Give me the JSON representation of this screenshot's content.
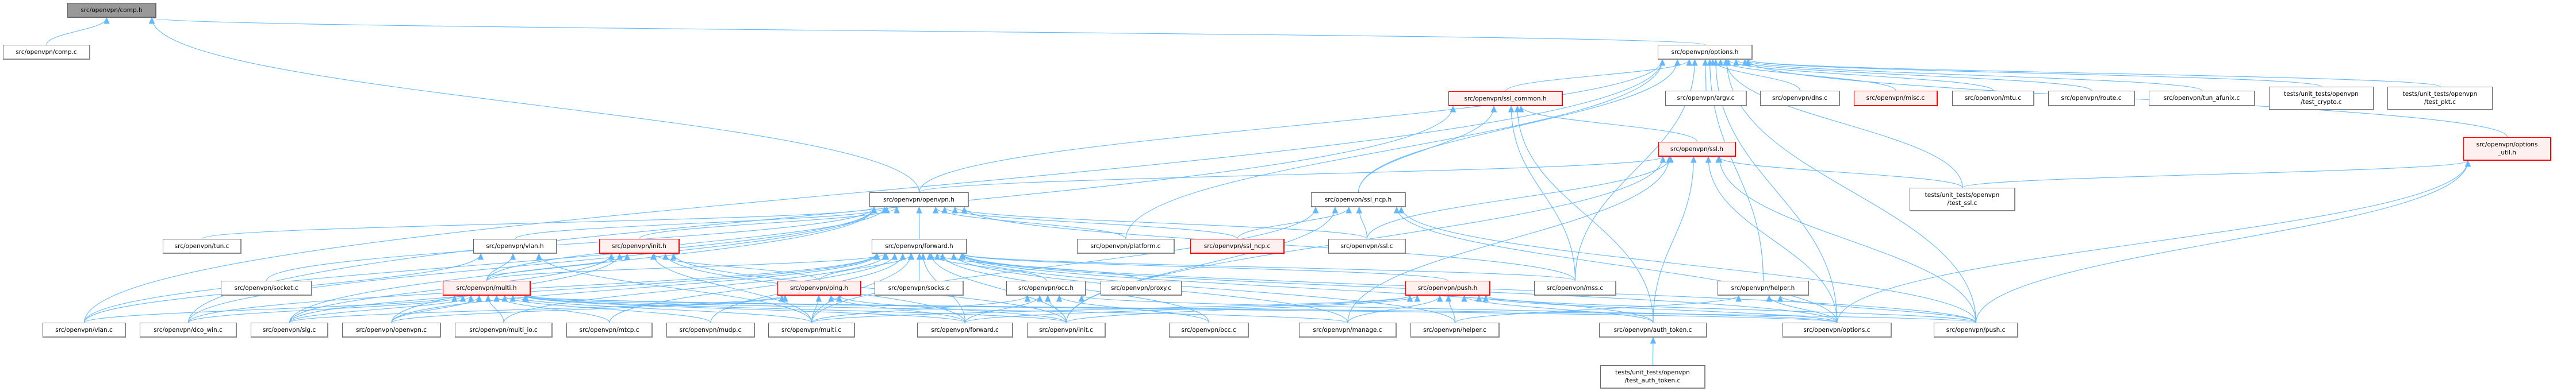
{
  "title": "Include dependency graph for src/openvpn/comp.h",
  "colors": {
    "edge": "#63b8ff",
    "current_fill": "#999999",
    "truncated_border": "#ff0000",
    "truncated_fill": "#fff0f0",
    "node_border": "#666666"
  },
  "nodes": [
    {
      "id": "comp_h",
      "label": "src/openvpn/comp.h",
      "style": "current"
    },
    {
      "id": "comp_c",
      "label": "src/openvpn/comp.c",
      "style": "normal"
    },
    {
      "id": "options_h",
      "label": "src/openvpn/options.h",
      "style": "normal"
    },
    {
      "id": "ssl_common_h",
      "label": "src/openvpn/ssl_common.h",
      "style": "truncated"
    },
    {
      "id": "argv_c",
      "label": "src/openvpn/argv.c",
      "style": "normal"
    },
    {
      "id": "dns_c",
      "label": "src/openvpn/dns.c",
      "style": "normal"
    },
    {
      "id": "misc_c",
      "label": "src/openvpn/misc.c",
      "style": "truncated"
    },
    {
      "id": "mtu_c",
      "label": "src/openvpn/mtu.c",
      "style": "normal"
    },
    {
      "id": "route_c",
      "label": "src/openvpn/route.c",
      "style": "normal"
    },
    {
      "id": "tun_afunix_c",
      "label": "src/openvpn/tun_afunix.c",
      "style": "normal"
    },
    {
      "id": "test_crypto_c",
      "label": "tests/unit_tests/openvpn\n/test_crypto.c",
      "style": "normal"
    },
    {
      "id": "test_pkt_c",
      "label": "tests/unit_tests/openvpn\n/test_pkt.c",
      "style": "normal"
    },
    {
      "id": "ssl_h",
      "label": "src/openvpn/ssl.h",
      "style": "truncated"
    },
    {
      "id": "options_util_h",
      "label": "src/openvpn/options\n_util.h",
      "style": "truncated"
    },
    {
      "id": "openvpn_h",
      "label": "src/openvpn/openvpn.h",
      "style": "normal"
    },
    {
      "id": "ssl_ncp_h",
      "label": "src/openvpn/ssl_ncp.h",
      "style": "normal"
    },
    {
      "id": "test_ssl_c",
      "label": "tests/unit_tests/openvpn\n/test_ssl.c",
      "style": "normal"
    },
    {
      "id": "tun_c",
      "label": "src/openvpn/tun.c",
      "style": "normal"
    },
    {
      "id": "vlan_h",
      "label": "src/openvpn/vlan.h",
      "style": "normal"
    },
    {
      "id": "init_h",
      "label": "src/openvpn/init.h",
      "style": "truncated"
    },
    {
      "id": "forward_h",
      "label": "src/openvpn/forward.h",
      "style": "normal"
    },
    {
      "id": "platform_c",
      "label": "src/openvpn/platform.c",
      "style": "normal"
    },
    {
      "id": "ssl_ncp_c",
      "label": "src/openvpn/ssl_ncp.c",
      "style": "truncated"
    },
    {
      "id": "ssl_c",
      "label": "src/openvpn/ssl.c",
      "style": "normal"
    },
    {
      "id": "socket_c",
      "label": "src/openvpn/socket.c",
      "style": "normal"
    },
    {
      "id": "multi_h",
      "label": "src/openvpn/multi.h",
      "style": "truncated"
    },
    {
      "id": "ping_h",
      "label": "src/openvpn/ping.h",
      "style": "truncated"
    },
    {
      "id": "socks_c",
      "label": "src/openvpn/socks.c",
      "style": "normal"
    },
    {
      "id": "occ_h",
      "label": "src/openvpn/occ.h",
      "style": "normal"
    },
    {
      "id": "proxy_c",
      "label": "src/openvpn/proxy.c",
      "style": "normal"
    },
    {
      "id": "push_h",
      "label": "src/openvpn/push.h",
      "style": "truncated"
    },
    {
      "id": "mss_c",
      "label": "src/openvpn/mss.c",
      "style": "normal"
    },
    {
      "id": "helper_h",
      "label": "src/openvpn/helper.h",
      "style": "normal"
    },
    {
      "id": "vlan_c",
      "label": "src/openvpn/vlan.c",
      "style": "normal"
    },
    {
      "id": "dco_win_c",
      "label": "src/openvpn/dco_win.c",
      "style": "normal"
    },
    {
      "id": "sig_c",
      "label": "src/openvpn/sig.c",
      "style": "normal"
    },
    {
      "id": "openvpn_c",
      "label": "src/openvpn/openvpn.c",
      "style": "normal"
    },
    {
      "id": "multi_io_c",
      "label": "src/openvpn/multi_io.c",
      "style": "normal"
    },
    {
      "id": "mtcp_c",
      "label": "src/openvpn/mtcp.c",
      "style": "normal"
    },
    {
      "id": "mudp_c",
      "label": "src/openvpn/mudp.c",
      "style": "normal"
    },
    {
      "id": "multi_c",
      "label": "src/openvpn/multi.c",
      "style": "normal"
    },
    {
      "id": "forward_c",
      "label": "src/openvpn/forward.c",
      "style": "normal"
    },
    {
      "id": "init_c",
      "label": "src/openvpn/init.c",
      "style": "normal"
    },
    {
      "id": "occ_c",
      "label": "src/openvpn/occ.c",
      "style": "normal"
    },
    {
      "id": "manage_c",
      "label": "src/openvpn/manage.c",
      "style": "normal"
    },
    {
      "id": "helper_c",
      "label": "src/openvpn/helper.c",
      "style": "normal"
    },
    {
      "id": "auth_token_c",
      "label": "src/openvpn/auth_token.c",
      "style": "normal"
    },
    {
      "id": "options_c",
      "label": "src/openvpn/options.c",
      "style": "normal"
    },
    {
      "id": "push_c",
      "label": "src/openvpn/push.c",
      "style": "normal"
    },
    {
      "id": "test_auth_token_c",
      "label": "tests/unit_tests/openvpn\n/test_auth_token.c",
      "style": "normal"
    }
  ],
  "edges": [
    [
      "comp_c",
      "comp_h"
    ],
    [
      "options_h",
      "comp_h"
    ],
    [
      "openvpn_h",
      "comp_h"
    ],
    [
      "argv_c",
      "options_h"
    ],
    [
      "dns_c",
      "options_h"
    ],
    [
      "misc_c",
      "options_h"
    ],
    [
      "mtu_c",
      "options_h"
    ],
    [
      "route_c",
      "options_h"
    ],
    [
      "tun_afunix_c",
      "options_h"
    ],
    [
      "test_crypto_c",
      "options_h"
    ],
    [
      "test_pkt_c",
      "options_h"
    ],
    [
      "ssl_common_h",
      "options_h"
    ],
    [
      "openvpn_h",
      "options_h"
    ],
    [
      "ssl_ncp_h",
      "options_h"
    ],
    [
      "options_util_h",
      "options_h"
    ],
    [
      "test_ssl_c",
      "options_h"
    ],
    [
      "push_c",
      "options_h"
    ],
    [
      "options_c",
      "options_h"
    ],
    [
      "vlan_c",
      "options_h"
    ],
    [
      "helper_h",
      "options_h"
    ],
    [
      "mss_c",
      "options_h"
    ],
    [
      "platform_c",
      "options_h"
    ],
    [
      "ssl_h",
      "ssl_common_h"
    ],
    [
      "auth_token_c",
      "ssl_common_h"
    ],
    [
      "mss_c",
      "ssl_common_h"
    ],
    [
      "ssl_ncp_h",
      "ssl_common_h"
    ],
    [
      "dco_win_c",
      "ssl_common_h"
    ],
    [
      "openvpn_h",
      "ssl_h"
    ],
    [
      "test_ssl_c",
      "ssl_h"
    ],
    [
      "ssl_c",
      "ssl_h"
    ],
    [
      "push_c",
      "ssl_h"
    ],
    [
      "options_c",
      "ssl_h"
    ],
    [
      "auth_token_c",
      "ssl_h"
    ],
    [
      "manage_c",
      "ssl_h"
    ],
    [
      "init_c",
      "ssl_h"
    ],
    [
      "forward_h",
      "openvpn_h"
    ],
    [
      "init_h",
      "openvpn_h"
    ],
    [
      "vlan_h",
      "openvpn_h"
    ],
    [
      "tun_c",
      "openvpn_h"
    ],
    [
      "socket_c",
      "openvpn_h"
    ],
    [
      "multi_h",
      "openvpn_h"
    ],
    [
      "platform_c",
      "openvpn_h"
    ],
    [
      "ssl_ncp_c",
      "openvpn_h"
    ],
    [
      "ssl_c",
      "openvpn_h"
    ],
    [
      "mss_c",
      "openvpn_h"
    ],
    [
      "sig_c",
      "openvpn_h"
    ],
    [
      "dco_win_c",
      "openvpn_h"
    ],
    [
      "vlan_c",
      "openvpn_h"
    ],
    [
      "ssl_ncp_c",
      "ssl_ncp_h"
    ],
    [
      "ssl_c",
      "ssl_ncp_h"
    ],
    [
      "push_c",
      "ssl_ncp_h"
    ],
    [
      "options_c",
      "ssl_ncp_h"
    ],
    [
      "init_c",
      "ssl_ncp_h"
    ],
    [
      "multi_c",
      "ssl_ncp_h"
    ],
    [
      "test_ssl_c",
      "options_util_h"
    ],
    [
      "options_c",
      "options_util_h"
    ],
    [
      "push_c",
      "options_util_h"
    ],
    [
      "vlan_c",
      "vlan_h"
    ],
    [
      "multi_c",
      "vlan_h"
    ],
    [
      "multi_h",
      "vlan_h"
    ],
    [
      "multi_h",
      "init_h"
    ],
    [
      "openvpn_c",
      "init_h"
    ],
    [
      "sig_c",
      "init_h"
    ],
    [
      "init_c",
      "init_h"
    ],
    [
      "forward_c",
      "init_h"
    ],
    [
      "multi_c",
      "init_h"
    ],
    [
      "ping_h",
      "init_h"
    ],
    [
      "ping_h",
      "forward_h"
    ],
    [
      "socks_c",
      "forward_h"
    ],
    [
      "occ_h",
      "forward_h"
    ],
    [
      "proxy_c",
      "forward_h"
    ],
    [
      "push_h",
      "forward_h"
    ],
    [
      "multi_h",
      "forward_h"
    ],
    [
      "mtcp_c",
      "forward_h"
    ],
    [
      "mudp_c",
      "forward_h"
    ],
    [
      "multi_c",
      "forward_h"
    ],
    [
      "forward_c",
      "forward_h"
    ],
    [
      "init_c",
      "forward_h"
    ],
    [
      "occ_c",
      "forward_h"
    ],
    [
      "manage_c",
      "forward_h"
    ],
    [
      "helper_c",
      "forward_h"
    ],
    [
      "options_c",
      "forward_h"
    ],
    [
      "sig_c",
      "forward_h"
    ],
    [
      "openvpn_c",
      "forward_h"
    ],
    [
      "multi_io_c",
      "forward_h"
    ],
    [
      "dco_win_c",
      "forward_h"
    ],
    [
      "push_c",
      "forward_h"
    ],
    [
      "mss_c",
      "forward_h"
    ],
    [
      "auth_token_c",
      "forward_h"
    ],
    [
      "vlan_c",
      "multi_h"
    ],
    [
      "dco_win_c",
      "multi_h"
    ],
    [
      "sig_c",
      "multi_h"
    ],
    [
      "openvpn_c",
      "multi_h"
    ],
    [
      "multi_io_c",
      "multi_h"
    ],
    [
      "mtcp_c",
      "multi_h"
    ],
    [
      "mudp_c",
      "multi_h"
    ],
    [
      "multi_c",
      "multi_h"
    ],
    [
      "init_c",
      "multi_h"
    ],
    [
      "forward_c",
      "multi_h"
    ],
    [
      "push_c",
      "multi_h"
    ],
    [
      "manage_c",
      "multi_h"
    ],
    [
      "options_c",
      "multi_h"
    ],
    [
      "forward_c",
      "ping_h"
    ],
    [
      "init_c",
      "ping_h"
    ],
    [
      "sig_c",
      "ping_h"
    ],
    [
      "openvpn_c",
      "ping_h"
    ],
    [
      "multi_c",
      "ping_h"
    ],
    [
      "forward_c",
      "occ_h"
    ],
    [
      "init_c",
      "occ_h"
    ],
    [
      "occ_c",
      "occ_h"
    ],
    [
      "multi_c",
      "occ_h"
    ],
    [
      "options_c",
      "occ_h"
    ],
    [
      "forward_c",
      "push_h"
    ],
    [
      "init_c",
      "push_h"
    ],
    [
      "push_c",
      "push_h"
    ],
    [
      "options_c",
      "push_h"
    ],
    [
      "helper_c",
      "push_h"
    ],
    [
      "manage_c",
      "push_h"
    ],
    [
      "auth_token_c",
      "push_h"
    ],
    [
      "multi_c",
      "push_h"
    ],
    [
      "helper_c",
      "helper_h"
    ],
    [
      "options_c",
      "helper_h"
    ],
    [
      "push_c",
      "helper_h"
    ],
    [
      "test_auth_token_c",
      "auth_token_c"
    ]
  ]
}
